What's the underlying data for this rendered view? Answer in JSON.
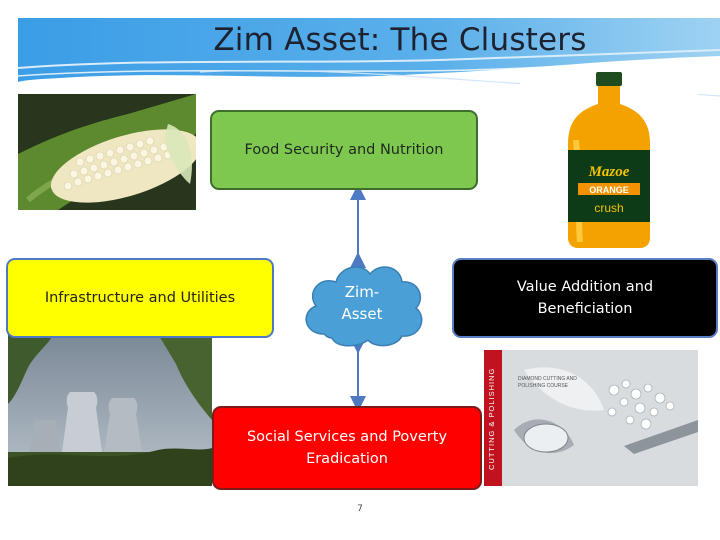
{
  "slide": {
    "title": "Zim Asset: The Clusters",
    "page_number": "7"
  },
  "diagram": {
    "center": {
      "label": "Zim-\nAsset",
      "shape": "cloud",
      "color": "#4a9fd6"
    },
    "clusters": [
      {
        "id": "food",
        "label": "Food Security and Nutrition",
        "fill": "#7ec850",
        "text_color": "#1e2a1e"
      },
      {
        "id": "infrastructure",
        "label": "Infrastructure and Utilities",
        "fill": "#ffff00",
        "text_color": "#222222"
      },
      {
        "id": "value",
        "label": "Value Addition and Beneficiation",
        "fill": "#000000",
        "text_color": "#ffffff"
      },
      {
        "id": "social",
        "label": "Social Services and Poverty Eradication",
        "fill": "#ff0000",
        "text_color": "#ffffff"
      }
    ]
  },
  "images": {
    "maize": {
      "icon": "maize-cob-photo"
    },
    "juice": {
      "icon": "orange-crush-bottle-photo",
      "label_lines": [
        "Mazoe",
        "ORANGE",
        "crush"
      ]
    },
    "plant": {
      "icon": "power-station-photo"
    },
    "diamonds": {
      "icon": "diamonds-photo",
      "side_text": "CUTTING & POLISHING",
      "caption_lines": [
        "DIAMOND CUTTING AND",
        "POLISHING COURSE"
      ]
    }
  },
  "colors": {
    "banner": "#2e8fd8",
    "arrow": "#4f79c2"
  }
}
